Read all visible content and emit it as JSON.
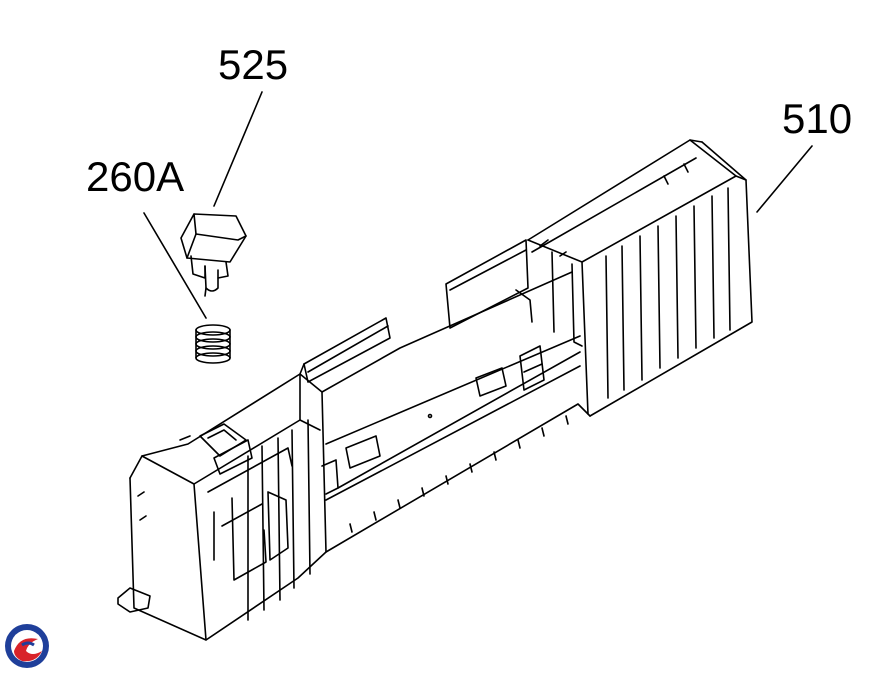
{
  "labels": {
    "part_525": "525",
    "part_260a": "260A",
    "part_510": "510"
  },
  "colors": {
    "line": "#000000",
    "background": "#ffffff",
    "logo_blue": "#1f3f9a",
    "logo_red": "#d8232a"
  },
  "icons": {
    "logo": "circular-swirl-logo"
  }
}
